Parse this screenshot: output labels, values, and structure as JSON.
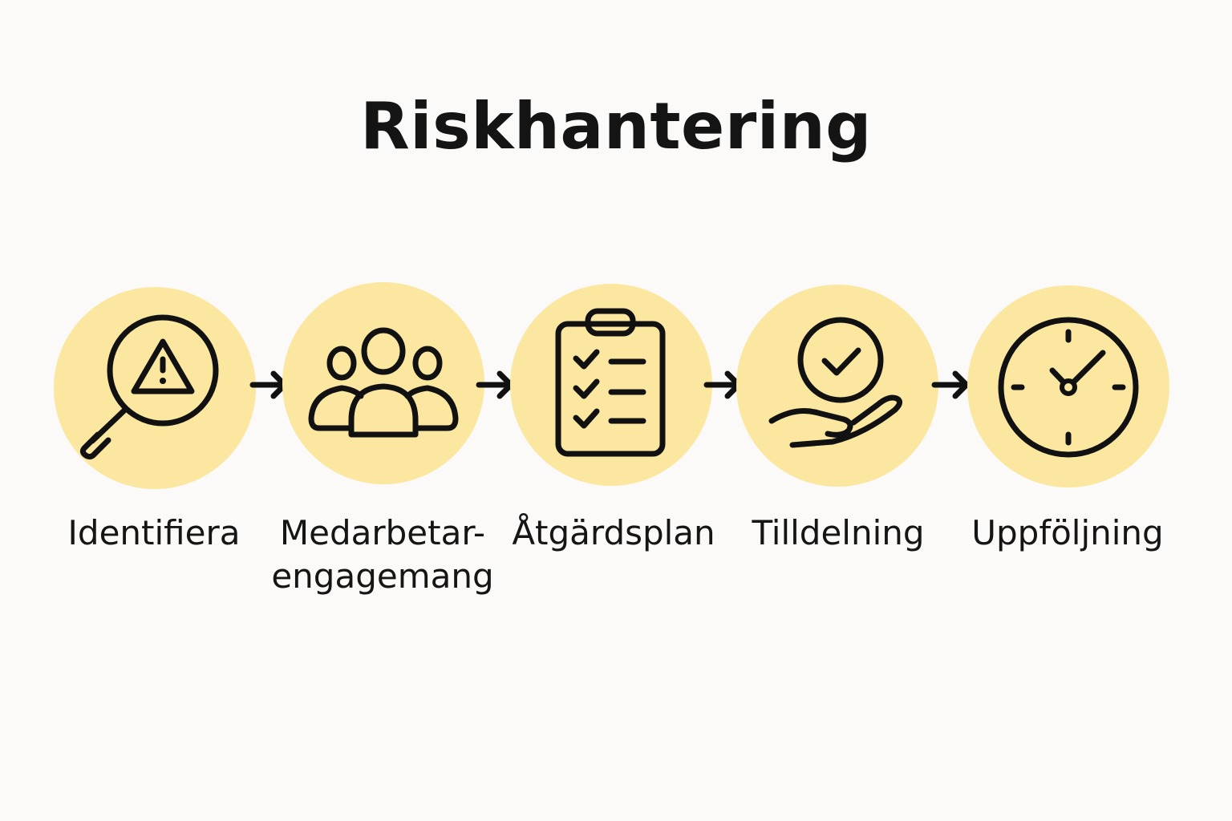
{
  "title": "Riskhantering",
  "colors": {
    "background": "#fbfaf8",
    "circle_fill": "#fbe7a0",
    "icon_stroke": "#111111"
  },
  "steps": [
    {
      "label": "Identifiera",
      "icon": "magnifier-warning-icon"
    },
    {
      "label": "Medarbetar-\nengagemang",
      "icon": "people-group-icon"
    },
    {
      "label": "Åtgärdsplan",
      "icon": "clipboard-checklist-icon"
    },
    {
      "label": "Tilldelning",
      "icon": "hand-check-icon"
    },
    {
      "label": "Uppföljning",
      "icon": "clock-icon"
    }
  ]
}
